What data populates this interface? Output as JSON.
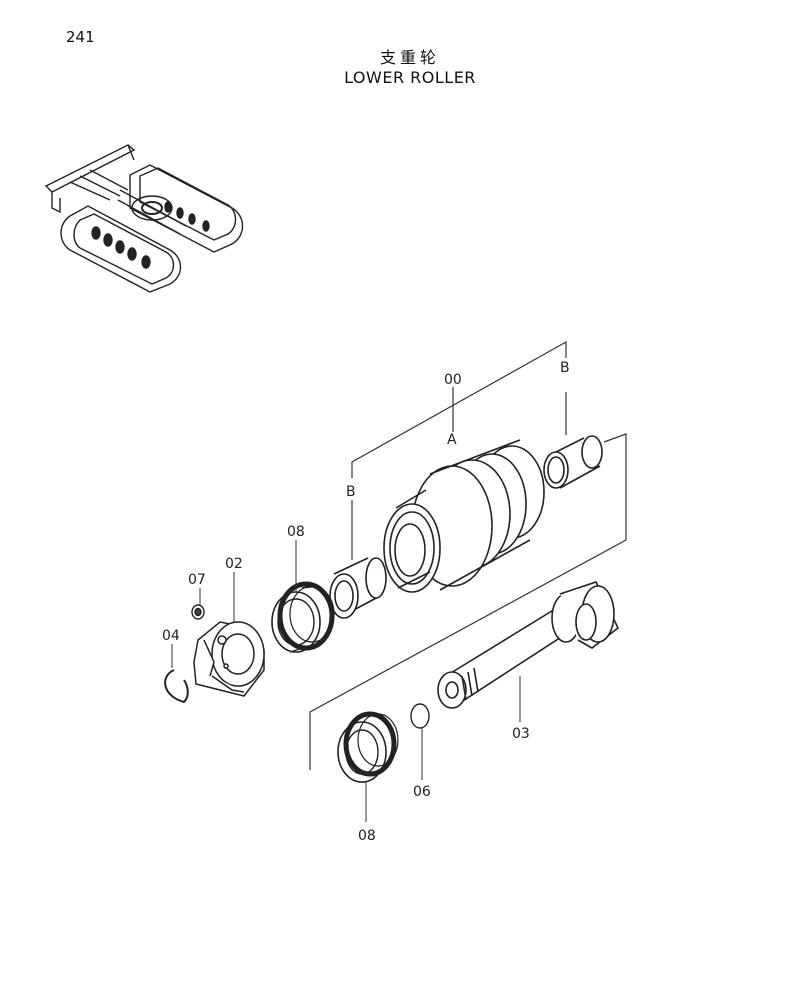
{
  "page_number": "241",
  "title": {
    "chinese": "支重轮",
    "english": "LOWER ROLLER"
  },
  "callouts": {
    "assembly": "00",
    "roller_shell": "A",
    "bushing_top": "B",
    "bushing_left": "B",
    "seal_upper": "08",
    "seal_lower": "08",
    "collar": "02",
    "shaft": "03",
    "snap_ring": "04",
    "plug": "06",
    "pin": "07"
  }
}
